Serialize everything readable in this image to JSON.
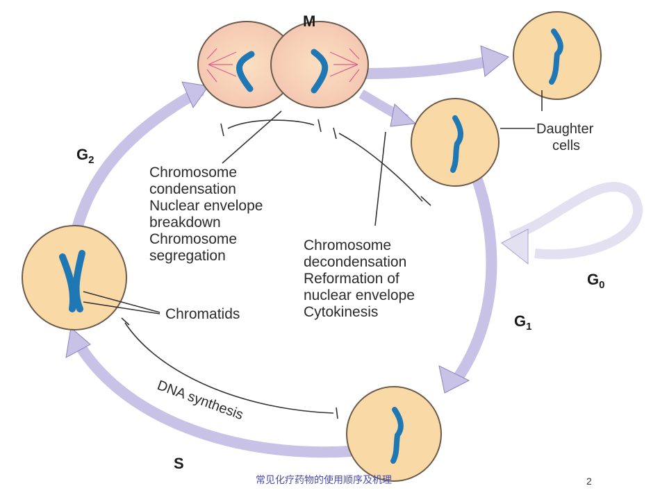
{
  "diagram": {
    "phases": {
      "m": "M",
      "g2_main": "G",
      "g2_sub": "2",
      "g1_main": "G",
      "g1_sub": "1",
      "g0_main": "G",
      "g0_sub": "0",
      "s": "S"
    },
    "labels": {
      "daughter_cells": [
        "Daughter",
        "cells"
      ],
      "mitosis_events": [
        "Chromosome",
        "condensation",
        "Nuclear envelope",
        "breakdown",
        "Chromosome",
        "segregation"
      ],
      "telophase_events": [
        "Chromosome",
        "decondensation",
        "Reformation of",
        "nuclear envelope",
        "Cytokinesis"
      ],
      "chromatids": "Chromatids",
      "dna_synthesis": "DNA synthesis"
    },
    "colors": {
      "cycle_arrow": "#c7c2e6",
      "cell_fill": "#f9d9a6",
      "chromosome": "#1f78b4",
      "spindle": "#d2287d"
    }
  },
  "footer": {
    "title": "常见化疗药物的使用顺序及机理",
    "page_number": "2"
  }
}
